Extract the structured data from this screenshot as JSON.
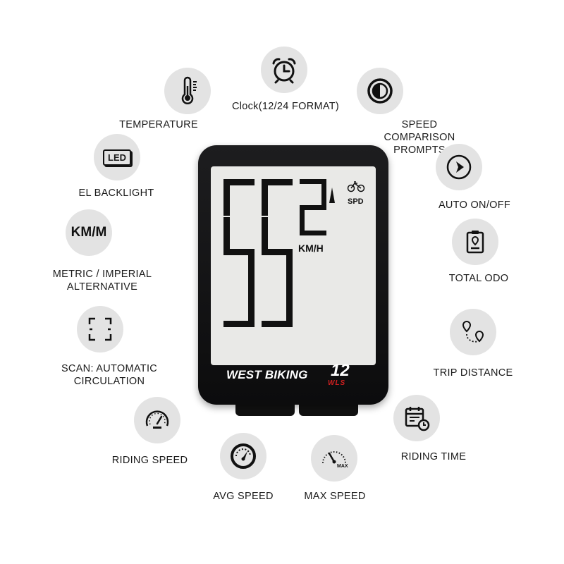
{
  "features": {
    "clock": "Clock(12/24 FORMAT)",
    "temperature": "TEMPERATURE",
    "speed_comparison": "SPEED COMPARISON\nPROMPTS",
    "backlight": "EL BACKLIGHT",
    "backlight_icon_text": "LED",
    "auto_on_off": "AUTO ON/OFF",
    "metric_icon_text": "KM/M",
    "metric": "METRIC / IMPERIAL\nALTERNATIVE",
    "total_odo": "TOTAL ODO",
    "scan": "SCAN: AUTOMATIC\nCIRCULATION",
    "trip_distance": "TRIP DISTANCE",
    "riding_speed": "RIDING SPEED",
    "riding_time": "RIDING TIME",
    "avg_speed": "AVG SPEED",
    "max_speed": "MAX SPEED",
    "max_icon_text": "MAX"
  },
  "device": {
    "speed_main": "55",
    "speed_small": "2",
    "unit": "KM/H",
    "mode": "SPD",
    "brand": "WEST BIKING",
    "model": "12",
    "model_sub": "WLS"
  },
  "colors": {
    "circle_bg": "#e3e3e3",
    "device_body": "#111111",
    "lcd": "#e9e9e7",
    "model_accent": "#d02020"
  }
}
